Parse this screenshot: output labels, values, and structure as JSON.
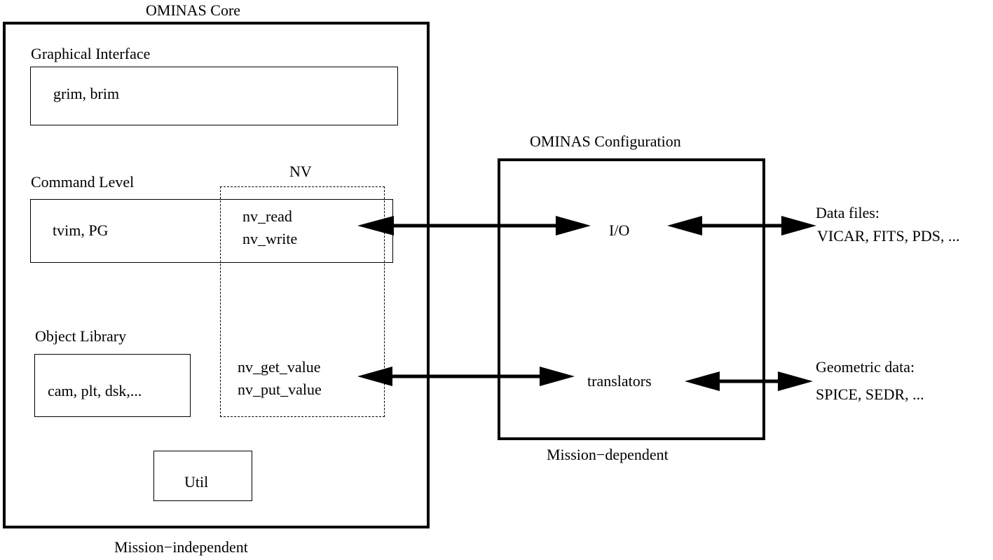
{
  "core": {
    "title": "OMINAS Core",
    "footer": "Mission−independent",
    "graphical": {
      "heading": "Graphical Interface",
      "content": "grim, brim"
    },
    "command": {
      "heading": "Command Level",
      "content": "tvim, PG"
    },
    "object_library": {
      "heading": "Object Library",
      "content": "cam, plt, dsk,..."
    },
    "util": {
      "content": "Util"
    },
    "nv": {
      "heading": "NV",
      "read": "nv_read",
      "write": "nv_write",
      "get_value": "nv_get_value",
      "put_value": "nv_put_value"
    }
  },
  "config": {
    "title": "OMINAS Configuration",
    "footer": "Mission−dependent",
    "io": "I/O",
    "translators": "translators"
  },
  "external": {
    "data_files_line1": "Data files:",
    "data_files_line2": "VICAR, FITS, PDS, ...",
    "geometric_line1": "Geometric data:",
    "geometric_line2": "SPICE, SEDR, ..."
  }
}
